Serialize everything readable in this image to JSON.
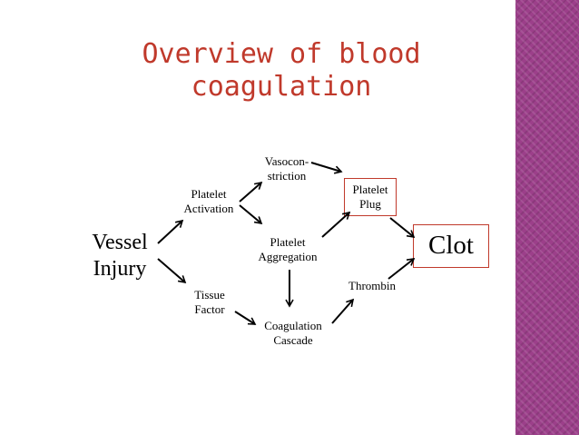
{
  "title": "Overview of blood coagulation",
  "nodes": {
    "vessel_injury": [
      "Vessel",
      "Injury"
    ],
    "platelet_activation": [
      "Platelet",
      "Activation"
    ],
    "vasoconstriction": [
      "Vasocon-",
      "striction"
    ],
    "platelet_aggregation": [
      "Platelet",
      "Aggregation"
    ],
    "platelet_plug": [
      "Platelet",
      "Plug"
    ],
    "tissue_factor": [
      "Tissue",
      "Factor"
    ],
    "coagulation_cascade": [
      "Coagulation",
      "Cascade"
    ],
    "thrombin": [
      "Thrombin"
    ],
    "clot": [
      "Clot"
    ]
  },
  "colors": {
    "title": "#c0392b",
    "box_border": "#c0392b",
    "sidebar": "#9c3f8a"
  }
}
